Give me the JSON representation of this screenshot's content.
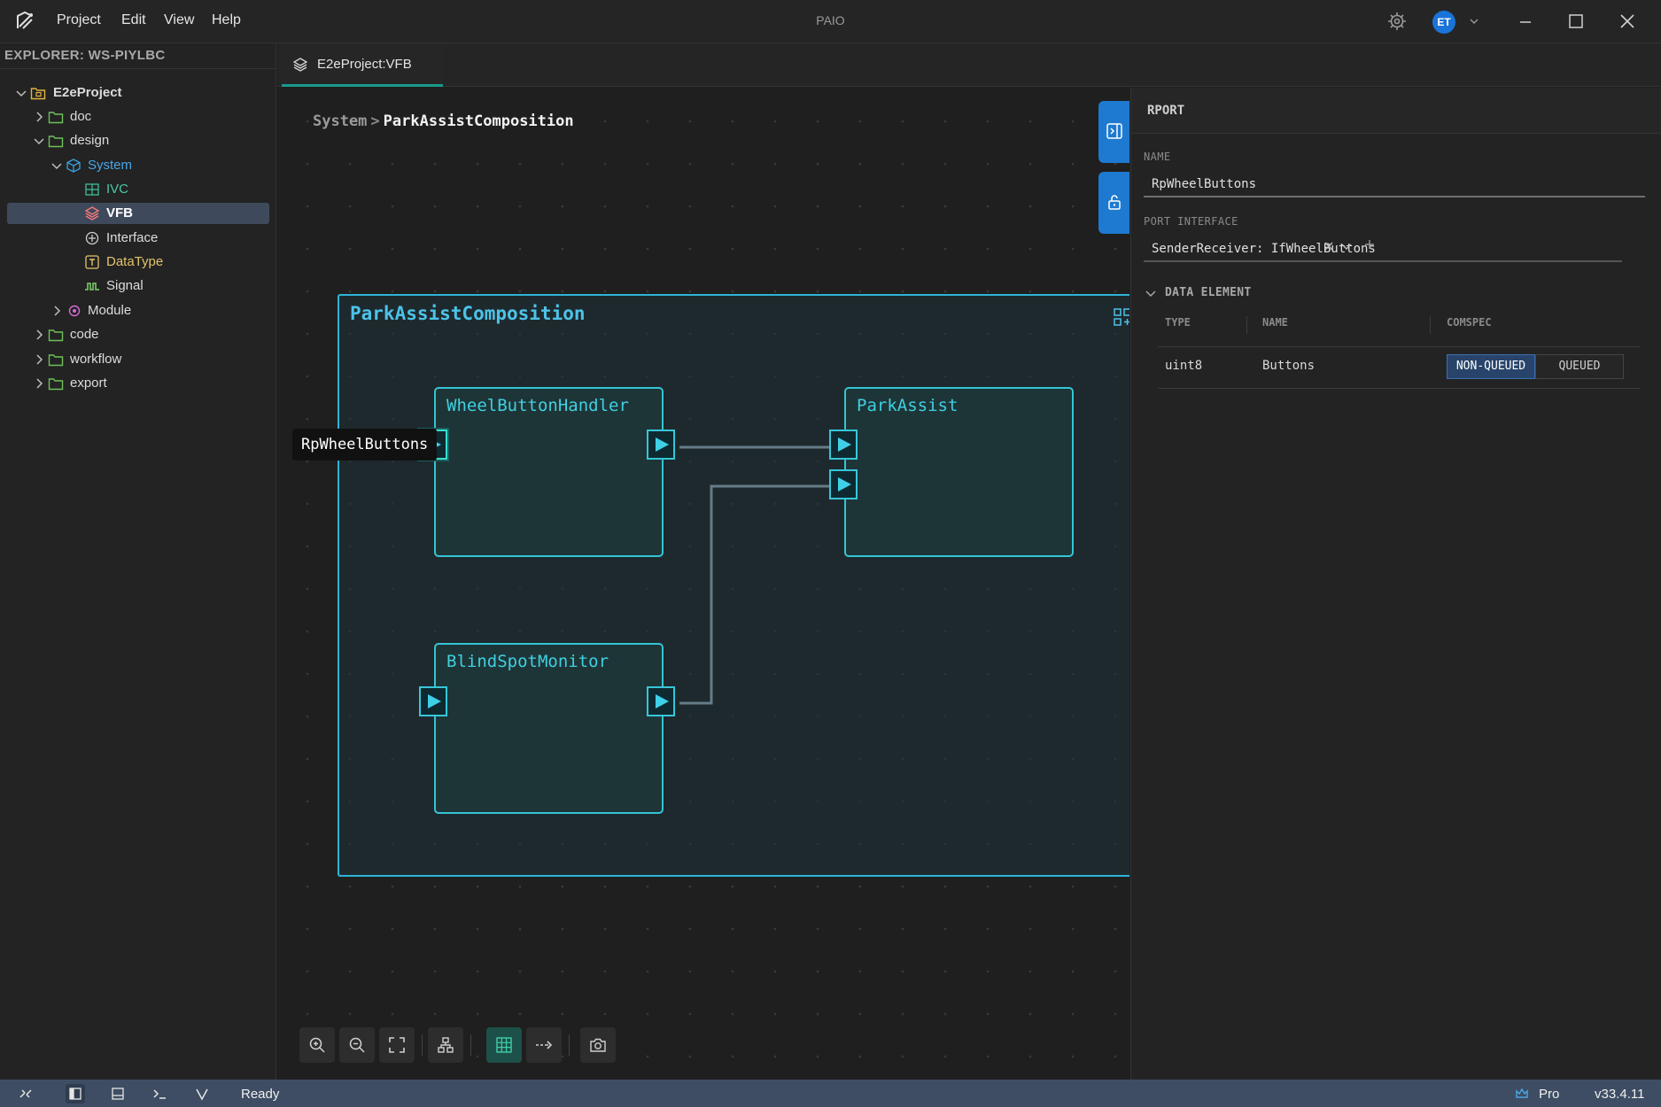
{
  "app": {
    "title": "PAIO",
    "menu": [
      "Project",
      "Edit",
      "View",
      "Help"
    ],
    "user_initials": "ET"
  },
  "explorer": {
    "title": "EXPLORER: WS-PIYLBC",
    "items": [
      {
        "label": "E2eProject",
        "icon": "project-folder-icon",
        "state": "expanded"
      },
      {
        "label": "doc",
        "icon": "folder-icon",
        "state": "collapsed"
      },
      {
        "label": "design",
        "icon": "folder-icon",
        "state": "expanded"
      },
      {
        "label": "System",
        "icon": "cube-icon",
        "state": "expanded"
      },
      {
        "label": "IVC",
        "icon": "grid-icon",
        "state": "leaf"
      },
      {
        "label": "VFB",
        "icon": "layers-icon",
        "state": "leaf",
        "selected": true
      },
      {
        "label": "Interface",
        "icon": "interface-icon",
        "state": "leaf"
      },
      {
        "label": "DataType",
        "icon": "datatype-icon",
        "state": "leaf"
      },
      {
        "label": "Signal",
        "icon": "signal-icon",
        "state": "leaf"
      },
      {
        "label": "Module",
        "icon": "module-icon",
        "state": "collapsed"
      },
      {
        "label": "code",
        "icon": "folder-icon",
        "state": "collapsed"
      },
      {
        "label": "workflow",
        "icon": "folder-icon",
        "state": "collapsed"
      },
      {
        "label": "export",
        "icon": "folder-icon",
        "state": "collapsed"
      }
    ]
  },
  "tabs": [
    {
      "label": "E2eProject:VFB",
      "icon": "layers-icon",
      "active": true
    }
  ],
  "canvas": {
    "breadcrumb": {
      "parent": "System",
      "separator": ">",
      "current": "ParkAssistComposition"
    },
    "composition": {
      "title": "ParkAssistComposition"
    },
    "components": [
      {
        "name": "WheelButtonHandler"
      },
      {
        "name": "ParkAssist"
      },
      {
        "name": "BlindSpotMonitor"
      }
    ],
    "port_tooltip": "RpWheelButtons"
  },
  "properties": {
    "title": "RPORT",
    "name_label": "NAME",
    "name_value": "RpWheelButtons",
    "interface_label": "PORT INTERFACE",
    "interface_value": "SenderReceiver: IfWheelButtons",
    "data_element_label": "DATA ELEMENT",
    "table": {
      "headers": [
        "TYPE",
        "NAME",
        "COMSPEC"
      ],
      "rows": [
        {
          "type": "uint8",
          "name": "Buttons",
          "comspec_options": [
            "NON-QUEUED",
            "QUEUED"
          ],
          "comspec_selected": "NON-QUEUED"
        }
      ]
    }
  },
  "statusbar": {
    "status": "Ready",
    "plan": "Pro",
    "version": "v33.4.11"
  },
  "colors": {
    "accent_blue": "#1e7ad0",
    "port_cyan": "#37c6d9",
    "composition_border": "#2fb3d8",
    "tab_underline": "#1a9a8c",
    "statusbar_bg": "#3e4d63"
  }
}
